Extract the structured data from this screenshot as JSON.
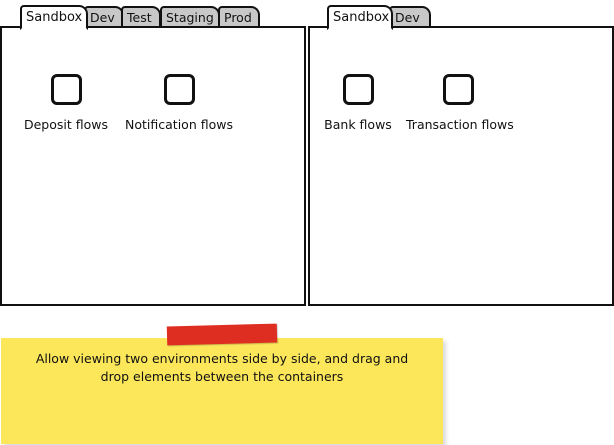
{
  "left_panel": {
    "tabs": [
      {
        "label": "Sandbox",
        "active": true
      },
      {
        "label": "Dev",
        "active": false
      },
      {
        "label": "Test",
        "active": false
      },
      {
        "label": "Staging",
        "active": false
      },
      {
        "label": "Prod",
        "active": false
      }
    ],
    "items": [
      {
        "label": "Deposit flows",
        "icon": "checkbox-icon"
      },
      {
        "label": "Notification flows",
        "icon": "checkbox-icon"
      }
    ]
  },
  "right_panel": {
    "tabs": [
      {
        "label": "Sandbox",
        "active": true
      },
      {
        "label": "Dev",
        "active": false
      }
    ],
    "items": [
      {
        "label": "Bank flows",
        "icon": "checkbox-icon"
      },
      {
        "label": "Transaction flows",
        "icon": "checkbox-icon"
      }
    ]
  },
  "note": {
    "text": "Allow viewing two environments side by side, and drag and drop elements between the containers",
    "color": "#fce75a",
    "tape_color": "#de2e22"
  }
}
